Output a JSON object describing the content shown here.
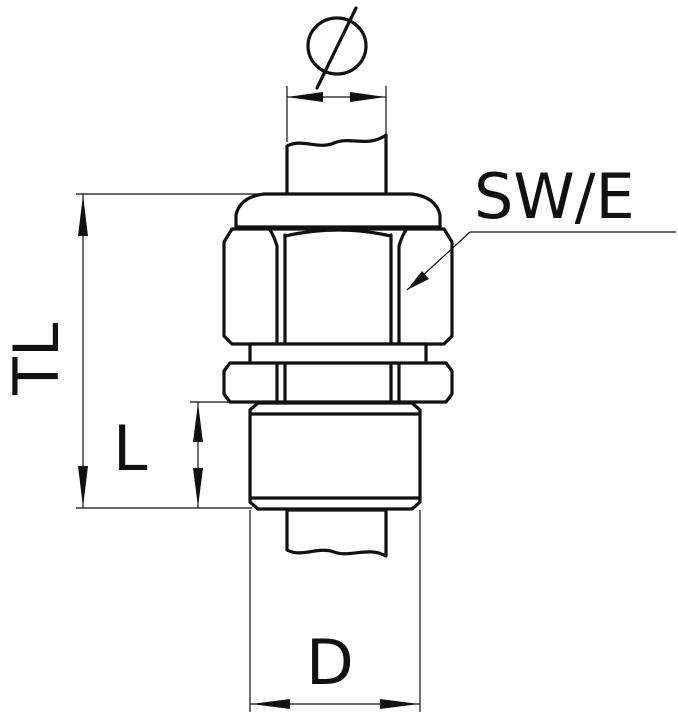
{
  "labels": {
    "diameter_symbol": "⌀",
    "sw_e": "SW/E",
    "tl": "TL",
    "l": "L",
    "d": "D"
  },
  "colors": {
    "line": "#111111",
    "background": "#ffffff"
  }
}
